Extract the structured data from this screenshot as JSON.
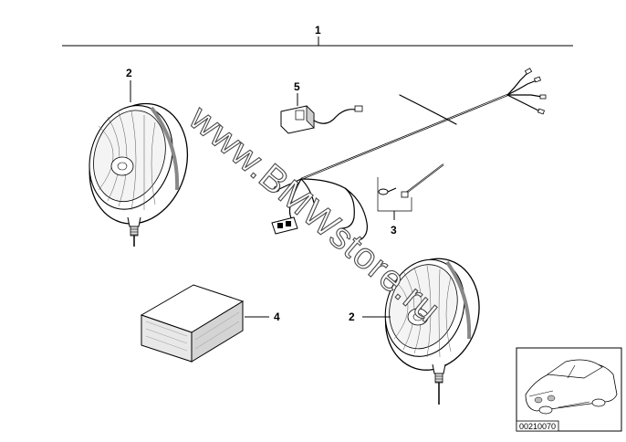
{
  "callouts": {
    "c1": "1",
    "c2_top": "2",
    "c2_bottom": "2",
    "c3": "3",
    "c4": "4",
    "c5": "5"
  },
  "watermark": "www.BMWstore.ru",
  "diagram_code": "00210070",
  "colors": {
    "line": "#000000",
    "lamp_fill": "#ffffff",
    "shading": "#bdbdbd"
  },
  "icons": {
    "lamp": "fog-lamp-icon",
    "harness": "wiring-harness-icon",
    "relay": "relay-icon",
    "box": "box-icon",
    "car": "car-thumbnail-icon"
  }
}
